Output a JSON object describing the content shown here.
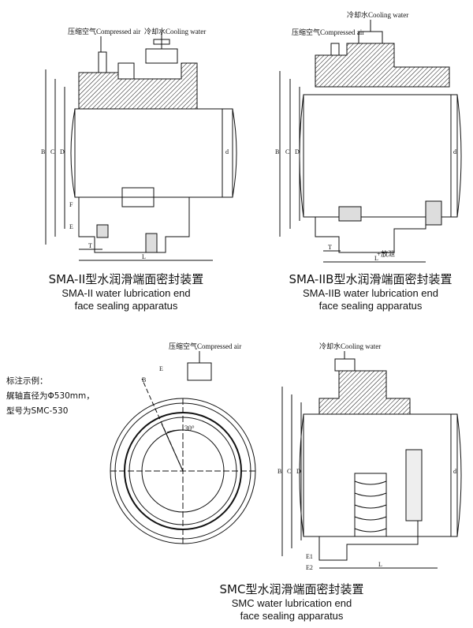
{
  "labels": {
    "compressed_air": "压缩空气Compressed air",
    "cooling_water": "冷却水Cooling water",
    "drain": "+放泄",
    "angle_30": "30°"
  },
  "dims": {
    "B": "B",
    "C": "C",
    "D": "D",
    "d": "d",
    "L": "L",
    "T": "T",
    "E": "E",
    "E1": "E1",
    "E2": "E2",
    "F": "F"
  },
  "captions": {
    "sma2_cn": "SMA-II型水润滑端面密封装置",
    "sma2_en1": "SMA-II water lubrication end",
    "sma2_en2": "face sealing apparatus",
    "sma2b_cn": "SMA-IIB型水润滑端面密封装置",
    "sma2b_en1": "SMA-IIB water lubrication end",
    "sma2b_en2": "face sealing apparatus",
    "smc_cn": "SMC型水润滑端面密封装置",
    "smc_en1": "SMC water lubrication end",
    "smc_en2": "face sealing apparatus"
  },
  "example": {
    "line1": "标注示例：",
    "line2": "艉轴直径为Φ530mm，",
    "line3": "型号为SMC-530"
  }
}
